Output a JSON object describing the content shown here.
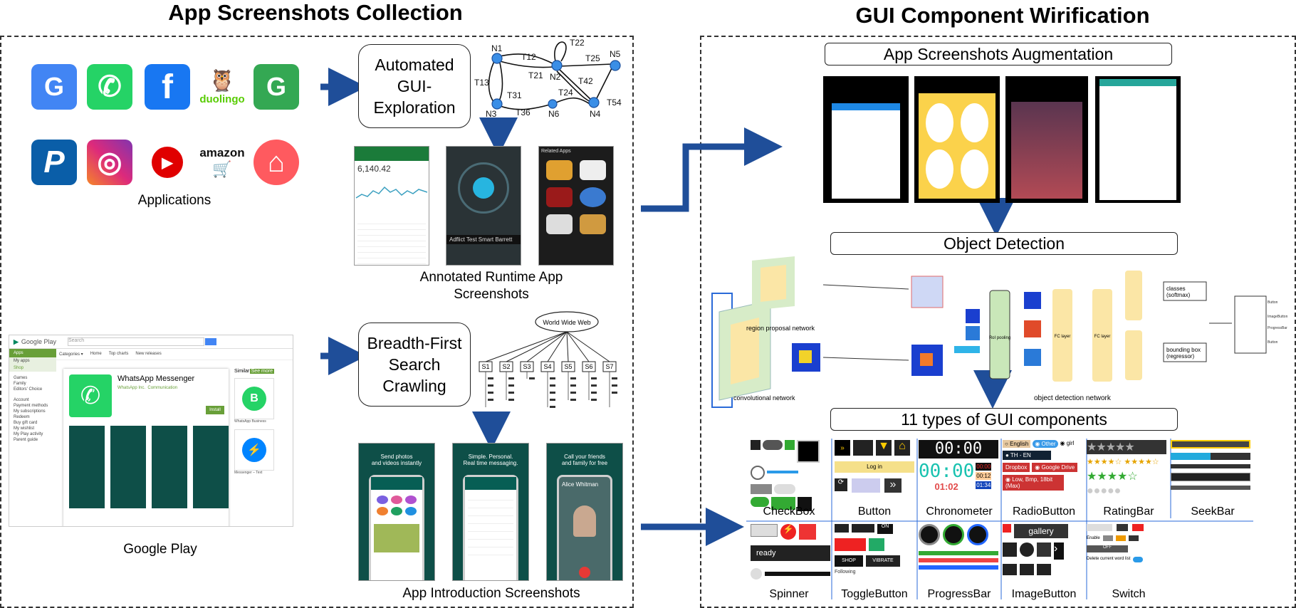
{
  "left_title": "App Screenshots Collection",
  "right_title": "GUI Component Wirification",
  "left": {
    "applications_label": "Applications",
    "apps": [
      {
        "name": "google-translate-icon",
        "glyph": "G",
        "color": "#4285f4"
      },
      {
        "name": "whatsapp-icon",
        "glyph": "✆",
        "color": "#25d366"
      },
      {
        "name": "facebook-icon",
        "glyph": "f",
        "color": "#1877f2"
      },
      {
        "name": "duolingo-icon",
        "glyph": "duolingo",
        "color": "#ffffff"
      },
      {
        "name": "google-maps-icon",
        "glyph": "G",
        "color": "#34a853"
      },
      {
        "name": "paypal-icon",
        "glyph": "P",
        "color": "#0a5ea8"
      },
      {
        "name": "instagram-icon",
        "glyph": "◎",
        "color": "#c13584"
      },
      {
        "name": "youtube-music-icon",
        "glyph": "▶",
        "color": "#e00000"
      },
      {
        "name": "amazon-icon",
        "glyph": "amazon",
        "color": "#ffffff"
      },
      {
        "name": "airbnb-icon",
        "glyph": "⌂",
        "color": "#ff5a5f"
      }
    ],
    "automated_box": "Automated\nGUI-\nExploration",
    "graph": {
      "nodes": [
        "N1",
        "N2",
        "N3",
        "N4",
        "N5",
        "N6"
      ],
      "edges": [
        "T12",
        "T21",
        "T22",
        "T13",
        "T31",
        "T25",
        "T42",
        "T24",
        "T54",
        "T36"
      ]
    },
    "annotated_caption": "Annotated Runtime App\nScreenshots",
    "annotated_screens": {
      "stock_value": "6,140.42",
      "music_text": "Adflict Test Smart Barrett",
      "apps_screen_title": "Related Apps"
    },
    "google_play": {
      "logo": "Google Play",
      "search_placeholder": "Search",
      "sidebar": [
        "Apps",
        "My apps",
        "Shop",
        "Games",
        "Family",
        "Editors' Choice",
        "Account",
        "Payment methods",
        "My subscriptions",
        "Redeem",
        "Buy gift card",
        "My wishlist",
        "My Play activity",
        "Parent guide"
      ],
      "nav": [
        "Categories ▾",
        "Home",
        "Top charts",
        "New releases"
      ],
      "app_title": "WhatsApp Messenger",
      "developer": "WhatsApp Inc.",
      "category": "Communication",
      "install": "Install",
      "similar": "Similar",
      "see_more": "See more",
      "similar_items": [
        "WhatsApp Business",
        "Messenger – Text"
      ],
      "caption": "Google Play"
    },
    "bfs_box": "Breadth-First\nSearch\nCrawling",
    "web_label": "World Wide Web",
    "tree_sites": [
      "S1",
      "S2",
      "S3",
      "S4",
      "S5",
      "S6",
      "S7"
    ],
    "intro_caption": "App Introduction Screenshots",
    "intro_screens": [
      {
        "headline": "Send photos\nand videos instantly"
      },
      {
        "headline": "Simple. Personal.\nReal time messaging."
      },
      {
        "headline": "Call your friends\nand family for free",
        "caller": "Alice Whitman"
      }
    ]
  },
  "right": {
    "augmentation_box": "App Screenshots Augmentation",
    "detection_box": "Object Detection",
    "detection_labels": {
      "region_proposal": "region proposal network",
      "conv": "convolutional network",
      "roi": "RoI pooling",
      "fc": "FC layer",
      "classes": "classes\n(softmax)",
      "bbox": "bounding box\n(regressor)",
      "object_detection_network": "object detection network",
      "outputs": [
        "Button",
        "ImageButton",
        "ProgressBar",
        "Button"
      ]
    },
    "types_box": "11 types of GUI components",
    "components_row1": [
      "CheckBox",
      "Button",
      "Chronometer",
      "RadioButton",
      "RatingBar",
      "SeekBar"
    ],
    "components_row2": [
      "Spinner",
      "ToggleButton",
      "ProgressBar",
      "ImageButton",
      "Switch"
    ],
    "samples": {
      "chrono_big": "00:00",
      "chrono_green": "00:00",
      "chrono_red": "01:02",
      "chrono_small1": "00:00",
      "chrono_small2": "00:12",
      "chrono_small3": "01:34",
      "radio_english": "English",
      "radio_other": "Other",
      "radio_girl": "girl",
      "radio_th": "TH - EN",
      "radio_dropbox": "Dropbox",
      "radio_gdrive": "Google Drive",
      "radio_low": "Low, Bmp, 18bit (Max)",
      "button_login": "Log in",
      "spinner_ready": "ready",
      "toggle_on": "ON",
      "toggle_shop": "SHOP",
      "toggle_vibrate": "VIBRATE",
      "toggle_following": "Following",
      "imagebutton_gallery": "gallery",
      "switch_enable": "Enable",
      "switch_off": "OFF",
      "switch_delete": "Delete current word list"
    }
  },
  "colors": {
    "arrow": "#1f4e99",
    "node": "#3a8ee6",
    "whatsapp_dark": "#075e54",
    "yellow_layer": "#fbe6a6",
    "green_layer": "#d7ecc8"
  }
}
